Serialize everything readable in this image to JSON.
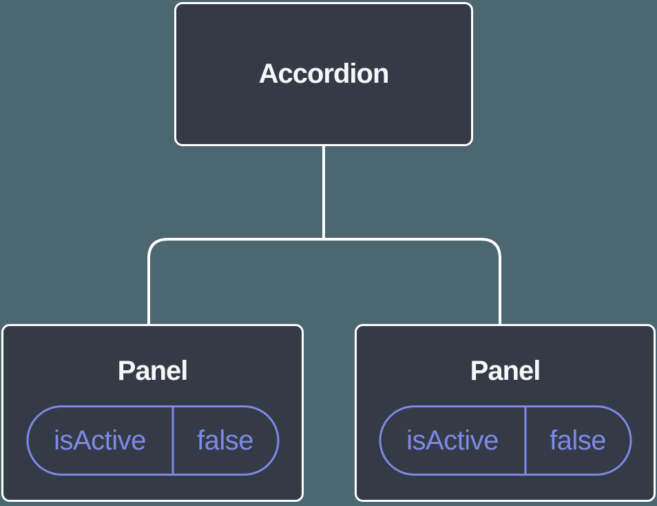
{
  "diagram": {
    "root": {
      "label": "Accordion"
    },
    "panels": [
      {
        "label": "Panel",
        "state_key": "isActive",
        "state_value": "false"
      },
      {
        "label": "Panel",
        "state_key": "isActive",
        "state_value": "false"
      }
    ]
  },
  "colors": {
    "background": "#4C6770",
    "node-fill": "#343B47",
    "node-border": "#FFFFFF",
    "node-text": "#F6F7F9",
    "accent": "#8089E6",
    "connector": "#FFFFFF"
  }
}
